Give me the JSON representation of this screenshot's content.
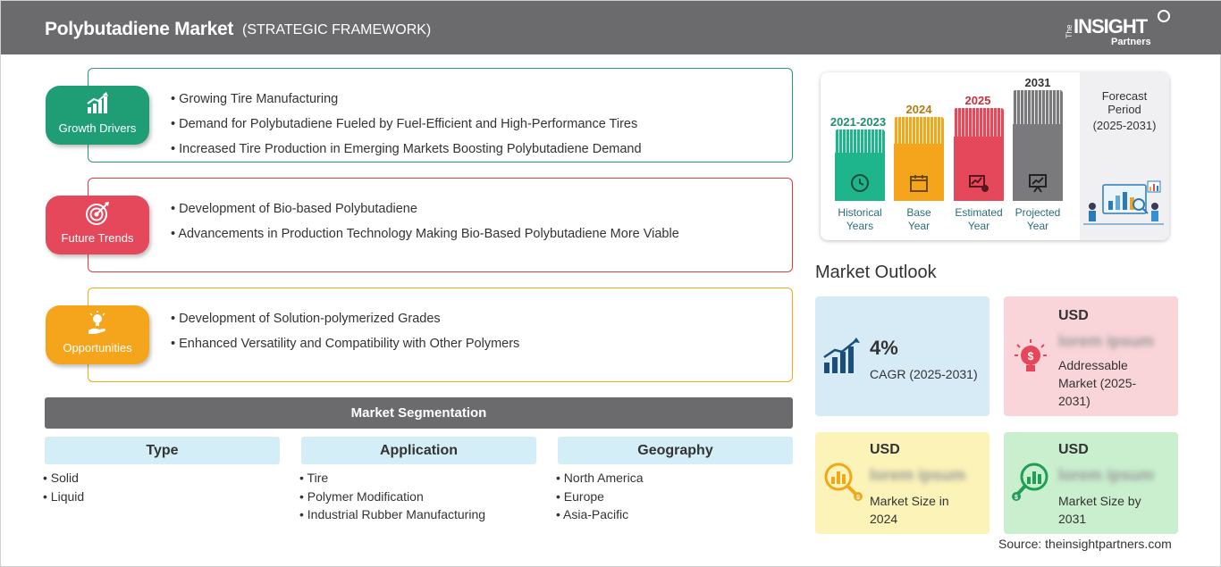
{
  "header": {
    "title": "Polybutadiene Market",
    "subtitle": "(STRATEGIC FRAMEWORK)",
    "logo": {
      "the": "The",
      "insight": "INSIGHT",
      "partners": "Partners"
    }
  },
  "framework": [
    {
      "label": "Growth Drivers",
      "icon": "bar-chart-growth-icon",
      "color": "#1f9e75",
      "items": [
        "Growing Tire Manufacturing",
        "Demand for Polybutadiene Fueled by Fuel-Efficient and High-Performance Tires",
        "Increased Tire Production in Emerging Markets Boosting Polybutadiene Demand"
      ]
    },
    {
      "label": "Future Trends",
      "icon": "target-icon",
      "color": "#e5475b",
      "items": [
        "Development of Bio-based Polybutadiene",
        "Advancements in Production Technology Making Bio-Based Polybutadiene More Viable"
      ]
    },
    {
      "label": "Opportunities",
      "icon": "lightbulb-hand-icon",
      "color": "#f5a51b",
      "items": [
        "Development of Solution-polymerized Grades",
        "Enhanced Versatility and Compatibility with Other Polymers"
      ]
    }
  ],
  "segmentation": {
    "title": "Market Segmentation",
    "columns": [
      {
        "header": "Type",
        "items": [
          "Solid",
          "Liquid"
        ]
      },
      {
        "header": "Application",
        "items": [
          "Tire",
          "Polymer Modification",
          "Industrial Rubber Manufacturing"
        ]
      },
      {
        "header": "Geography",
        "items": [
          "North America",
          "Europe",
          "Asia-Pacific"
        ]
      }
    ]
  },
  "timeline": {
    "bars": [
      {
        "year": "2021-2023",
        "label1": "Historical",
        "label2": "Years",
        "color": "#1fb58a",
        "year_color": "#1f8f6b"
      },
      {
        "year": "2024",
        "label1": "Base",
        "label2": "Year",
        "color": "#f5a51b",
        "year_color": "#b7790d"
      },
      {
        "year": "2025",
        "label1": "Estimated",
        "label2": "Year",
        "color": "#e5475b",
        "year_color": "#c9303f"
      },
      {
        "year": "2031",
        "label1": "Projected",
        "label2": "Year",
        "color": "#7a7a7d",
        "year_color": "#333333"
      }
    ],
    "forecast": {
      "line1": "Forecast",
      "line2": "Period",
      "line3": "(2025-2031)"
    }
  },
  "outlook": {
    "title": "Market Outlook",
    "cagr": {
      "value": "4%",
      "label": "CAGR (2025-2031)",
      "bg": "#d7ebf7"
    },
    "addressable": {
      "usd": "USD",
      "blurred": "lorem ipsum",
      "label": "Addressable Market (2025-2031)",
      "label_l1": "Addressable",
      "label_l2": "Market (2025-",
      "label_l3": "2031)",
      "bg": "#f9d5d9"
    },
    "size2024": {
      "usd": "USD",
      "blurred": "lorem ipsum",
      "label_l1": "Market Size in",
      "label_l2": "2024",
      "bg": "#fbf3b8"
    },
    "size2031": {
      "usd": "USD",
      "blurred": "lorem ipsum",
      "label_l1": "Market Size by",
      "label_l2": "2031",
      "bg": "#c9efcf"
    }
  },
  "source": "Source: theinsightpartners.com"
}
